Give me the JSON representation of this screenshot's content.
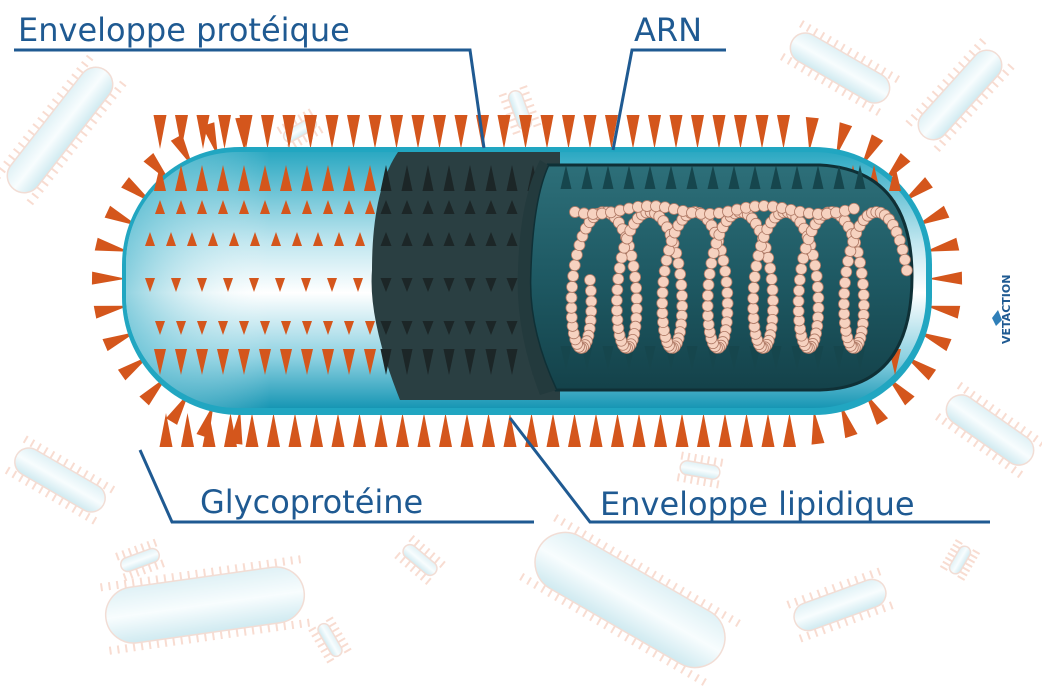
{
  "labels": {
    "protein_envelope": "Enveloppe protéique",
    "rna": "ARN",
    "glycoprotein": "Glycoprotéine",
    "lipid_envelope": "Enveloppe lipidique"
  },
  "logo": {
    "text": "VETACTION"
  },
  "colors": {
    "label_text": "#1f5a92",
    "leader_line": "#1f5a92",
    "spike": "#d4561c",
    "lipid_envelope_outer": "#29a8c4",
    "lipid_envelope_light": "#e8f6fa",
    "protein_envelope": "#2b4448",
    "capsid_inner": "#1f5b66",
    "rna_bead": "#f6d2c0",
    "rna_bead_edge": "#b07a66",
    "background_virus": "#f3c0ac"
  }
}
